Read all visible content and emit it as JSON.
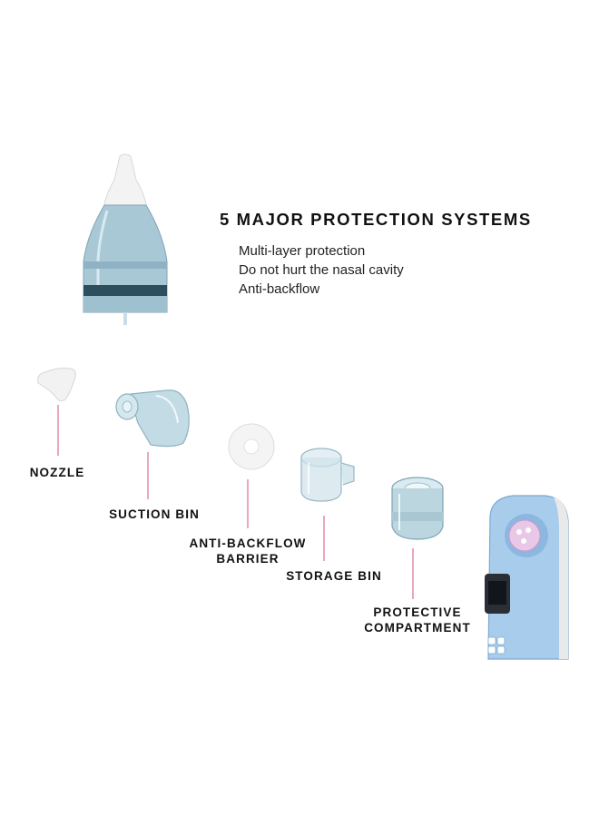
{
  "headline": "5 MAJOR PROTECTION SYSTEMS",
  "features": [
    "Multi-layer protection",
    "Do not hurt the nasal cavity",
    "Anti-backflow"
  ],
  "parts": {
    "nozzle": "NOZZLE",
    "suction_bin": "SUCTION BIN",
    "anti_backflow_1": "ANTI-BACKFLOW",
    "anti_backflow_2": "BARRIER",
    "storage_bin": "STORAGE BIN",
    "protective_1": "PROTECTIVE",
    "protective_2": "COMPARTMENT"
  },
  "colors": {
    "leader_line": "#e8a9b8",
    "device_blue": "#9fc7ea",
    "clear_part": "#b7d3de"
  }
}
